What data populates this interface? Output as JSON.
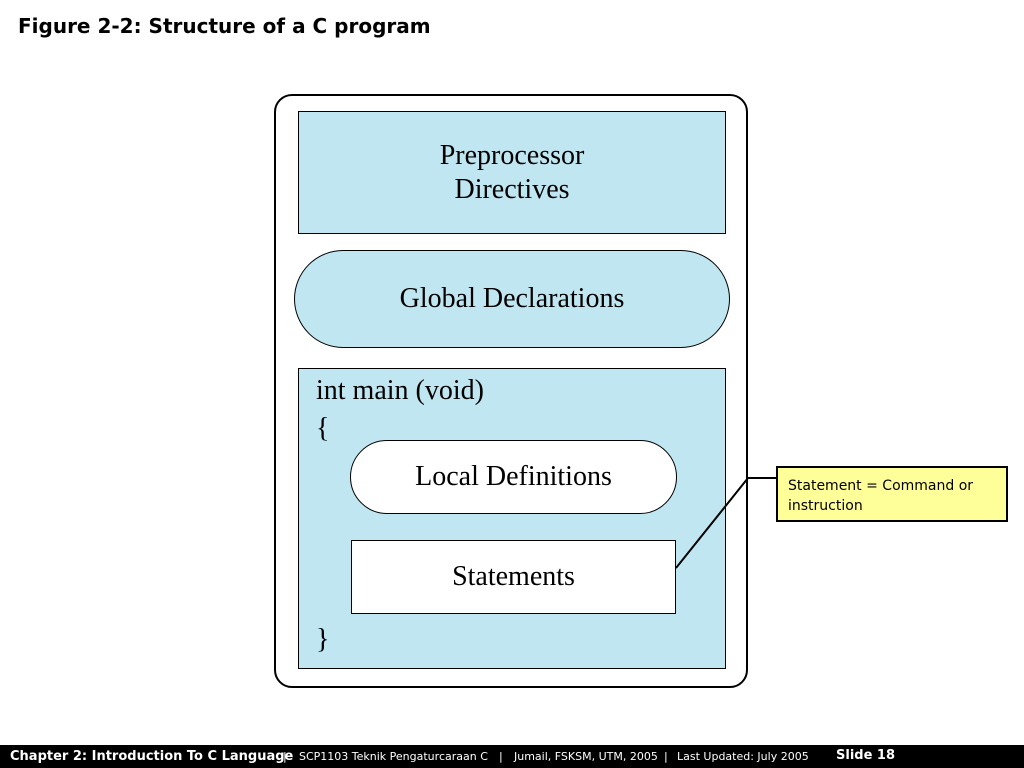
{
  "slide_title": "Figure 2-2: Structure of a C program",
  "diagram": {
    "preprocessor": {
      "line1": "Preprocessor",
      "line2": "Directives"
    },
    "global_declarations": "Global Declarations",
    "main": {
      "header": "int main (void)",
      "open_brace": "{",
      "close_brace": "}",
      "local_definitions": "Local Definitions",
      "statements": "Statements"
    },
    "colors": {
      "block_fill": "#c0e6f1",
      "callout_fill": "#ffff99"
    }
  },
  "callout": {
    "text": "Statement  = Command or instruction"
  },
  "footer": {
    "chapter": "Chapter 2: Introduction To C Language",
    "sep1": "|",
    "course": "SCP1103   Teknik Pengaturcaraan C",
    "sep2": "|",
    "author": "Jumail, FSKSM, UTM, 2005",
    "sep3": "|",
    "updated": "Last Updated: July 2005",
    "slide": "Slide 18"
  }
}
